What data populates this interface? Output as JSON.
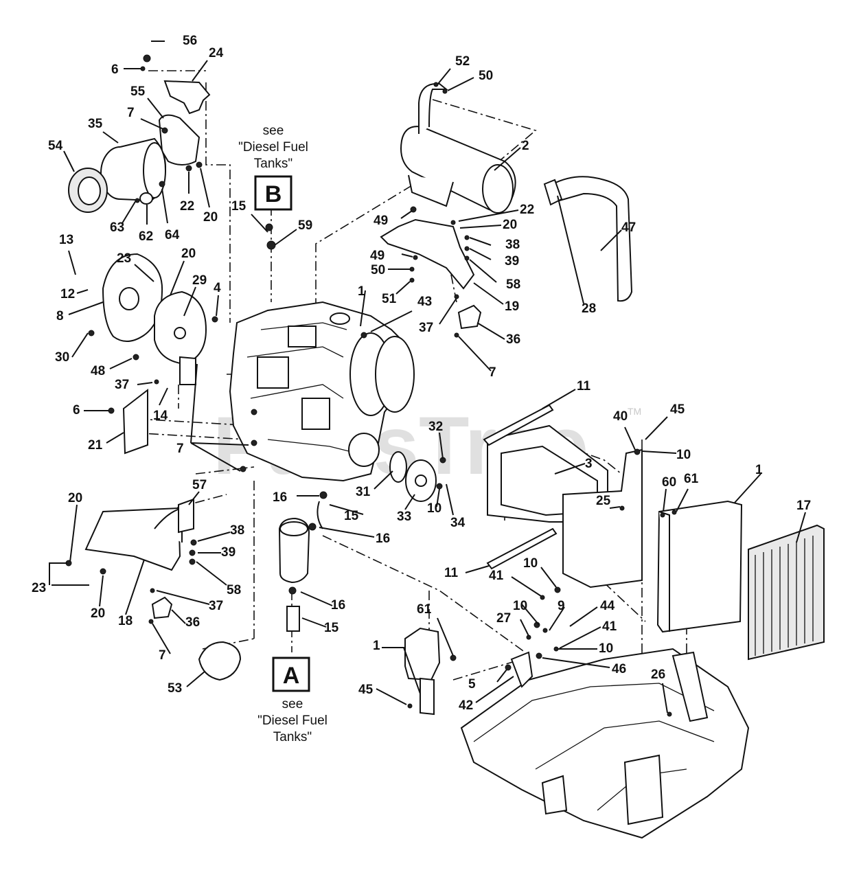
{
  "watermark": {
    "text": "PartsTree",
    "tm": "TM"
  },
  "references": {
    "b": {
      "letter": "B",
      "line1": "see",
      "line2": "\"Diesel Fuel",
      "line3": "Tanks\""
    },
    "a": {
      "letter": "A",
      "line1": "see",
      "line2": "\"Diesel Fuel",
      "line3": "Tanks\""
    }
  },
  "callouts": [
    "56",
    "24",
    "6",
    "55",
    "7",
    "35",
    "54",
    "22",
    "20",
    "63",
    "62",
    "64",
    "52",
    "50",
    "2",
    "49",
    "22",
    "20",
    "49",
    "50",
    "51",
    "38",
    "39",
    "58",
    "19",
    "47",
    "28",
    "15",
    "59",
    "13",
    "23",
    "20",
    "12",
    "8",
    "29",
    "4",
    "1",
    "43",
    "37",
    "36",
    "7",
    "30",
    "48",
    "37",
    "14",
    "6",
    "21",
    "7",
    "11",
    "40",
    "45",
    "10",
    "32",
    "3",
    "31",
    "33",
    "10",
    "34",
    "16",
    "15",
    "16",
    "57",
    "20",
    "38",
    "39",
    "58",
    "23",
    "20",
    "18",
    "37",
    "36",
    "7",
    "1",
    "60",
    "61",
    "17",
    "25",
    "11",
    "41",
    "10",
    "9",
    "27",
    "10",
    "44",
    "41",
    "10",
    "46",
    "16",
    "15",
    "61",
    "1",
    "5",
    "42",
    "45",
    "53",
    "26"
  ],
  "colors": {
    "ink": "#111111",
    "paper": "#ffffff",
    "watermark": "#c8c8c8"
  }
}
